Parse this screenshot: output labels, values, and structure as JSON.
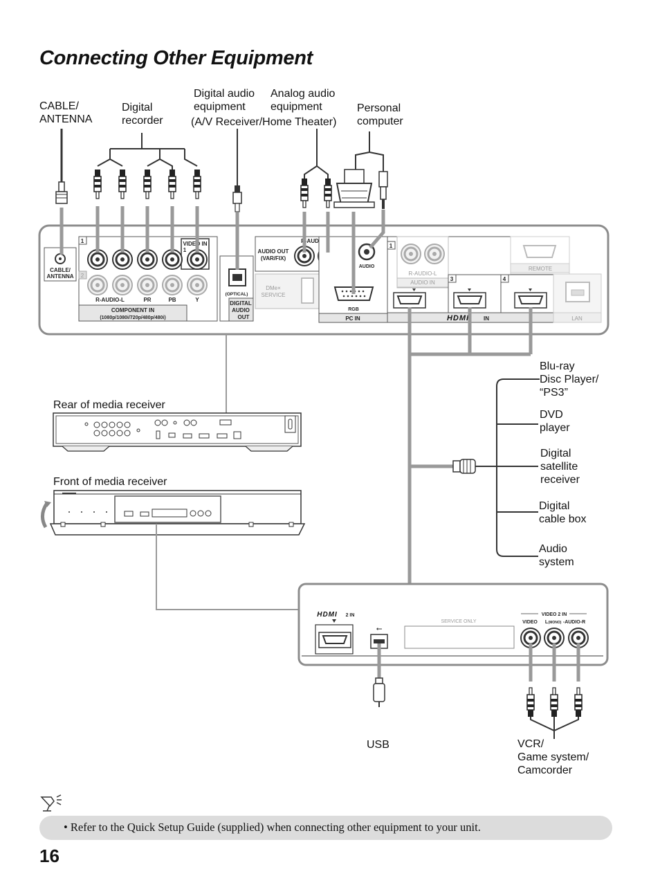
{
  "title": "Connecting Other Equipment",
  "top_labels": {
    "cable_antenna": "CABLE/\nANTENNA",
    "digital_recorder": "Digital\nrecorder",
    "digital_audio": "Digital audio\nequipment",
    "analog_audio": "Analog audio\nequipment",
    "av_receiver": "(A/V Receiver/Home Theater)",
    "personal_computer": "Personal\ncomputer"
  },
  "panel": {
    "cable_jack": "CABLE/\nANTENNA",
    "component_num1": "1",
    "component_num2": "2",
    "video_in": "VIDEO IN",
    "video_num": "1",
    "r_audio_l": "R-AUDIO-L",
    "pr": "PR",
    "pb": "PB",
    "y": "Y",
    "component_in": "COMPONENT IN",
    "component_res": "(1080p/1080i/720p/480p/480i)",
    "optical": "(OPTICAL)",
    "digital_audio_out": "DIGITAL\nAUDIO\nOUT",
    "audio_out": "AUDIO OUT\n(VAR/FIX)",
    "r_audio_l_out": "R-AUDIO-L",
    "dmex_service": "DMe×\nSERVICE",
    "audio": "AUDIO",
    "rgb": "RGB",
    "pc_in": "PC IN",
    "hdmi_num1": "1",
    "hdmi_r_audio_l": "R-AUDIO-L",
    "hdmi_audio_in": "AUDIO IN",
    "hdmi_num3": "3",
    "hdmi_num4": "4",
    "hdmi_logo": "HDMI",
    "hdmi_in": "IN",
    "remote": "REMOTE",
    "lan": "LAN"
  },
  "front_panel": {
    "hdmi_logo": "HDMI",
    "hdmi_2in": "2 IN",
    "service_only": "SERVICE ONLY",
    "video_2_in": "VIDEO 2 IN",
    "video": "VIDEO",
    "l_mono": "L",
    "mono": "(MONO)",
    "audio_r": "-AUDIO-R"
  },
  "receiver_labels": {
    "rear": "Rear of media receiver",
    "front": "Front of media receiver"
  },
  "hdmi_devices": [
    {
      "label": "Blu-ray\nDisc Player/\n“PS3”"
    },
    {
      "label": "DVD\nplayer"
    },
    {
      "label": "Digital\nsatellite\nreceiver"
    },
    {
      "label": "Digital\ncable box"
    },
    {
      "label": "Audio\nsystem"
    }
  ],
  "bottom_labels": {
    "usb": "USB",
    "vcr": "VCR/\nGame system/\nCamcorder"
  },
  "note": "• Refer to the Quick Setup Guide (supplied) when connecting other equipment to your unit.",
  "page_number": "16",
  "colors": {
    "panel_border": "#8c8c8c",
    "cable_grey": "#999999",
    "note_bar": "#dcdcdc"
  }
}
